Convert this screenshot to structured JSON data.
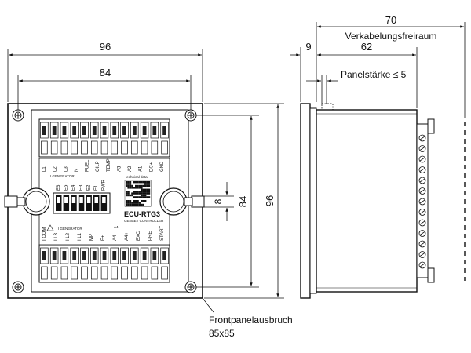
{
  "front_view": {
    "width_overall": "96",
    "width_holes": "84",
    "height_overall": "96",
    "height_holes": "84",
    "window_height": "8",
    "cutout_label": "Frontpanelausbruch",
    "cutout_size": "85x85"
  },
  "device": {
    "model": "ECU-RTG3",
    "subtitle": "GENSET CONTROLLER",
    "technical_data": "technical data",
    "top_terminals": [
      "L1",
      "L2",
      "L3",
      "N",
      "FUEL",
      "OILP",
      "TEMP",
      "A3",
      "A2",
      "A1",
      "DC+",
      "GND"
    ],
    "top_group_label": "U GENERATOR",
    "switch_labels": [
      "E6",
      "E5",
      "E4",
      "E3",
      "E2",
      "E1",
      "PWR"
    ],
    "bottom_terminals": [
      "I COM",
      "I L3",
      "I L2",
      "I L1",
      "MP",
      "F+",
      "A4-",
      "A4+",
      "EXC",
      "PRE",
      "START"
    ],
    "bottom_group_label": "I GENERATOR",
    "bottom_mid_label": "A4"
  },
  "side_view": {
    "clearance_total": "70",
    "clearance_label": "Verkabelungsfreiraum",
    "front_depth": "9",
    "body_depth": "62",
    "panel_label": "Panelstärke ≤ 5"
  }
}
